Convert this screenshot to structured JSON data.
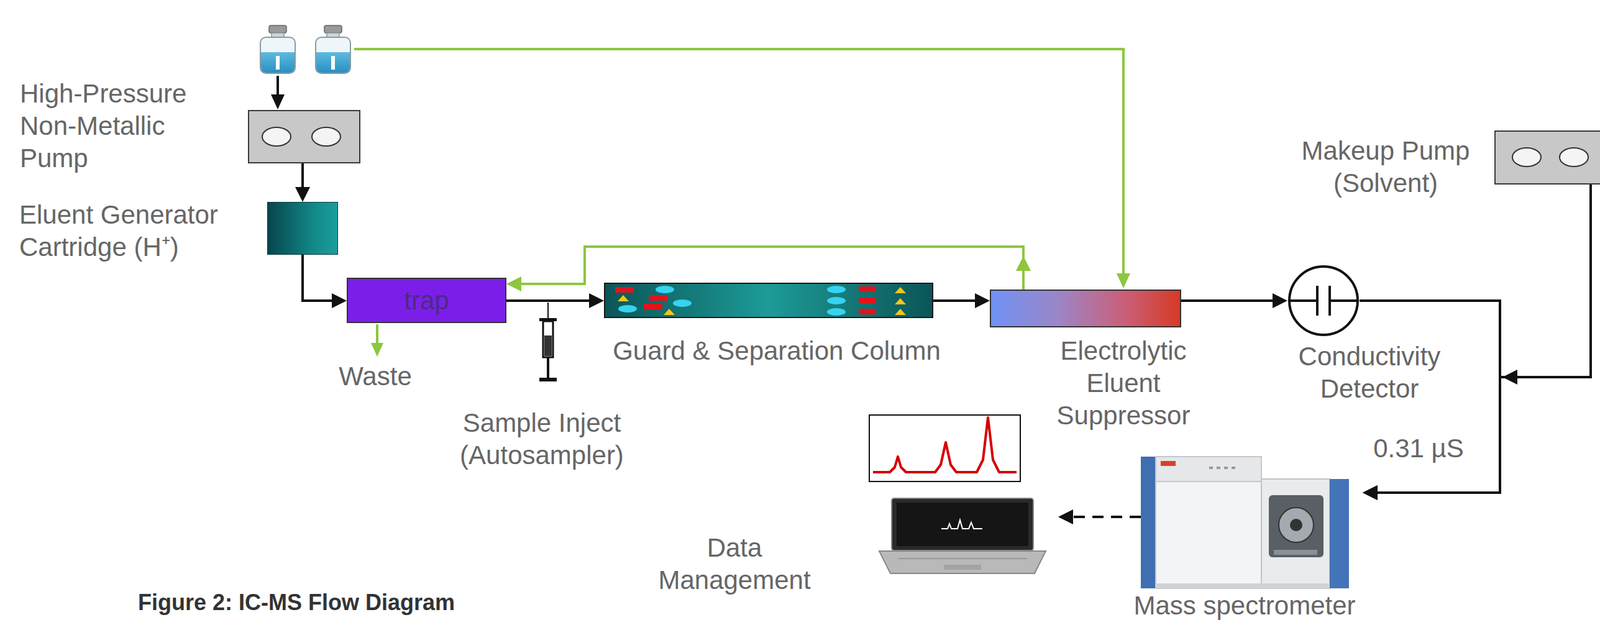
{
  "diagram": {
    "caption": "Figure 2: IC-MS Flow Diagram",
    "nodes": [
      {
        "text": [
          "High-Pressure Non-Metallic Pump"
        ]
      },
      {
        "text": [
          "Eluent Generator Cartridge (H⁺)"
        ]
      },
      {
        "text": [
          "trap"
        ]
      },
      {
        "text": [
          "Guard & Separation Column"
        ]
      },
      {
        "text": [
          "Electrolytic Eluent Suppressor"
        ]
      },
      {
        "text": [
          "Conductivity Detector"
        ]
      },
      {
        "text": [
          "Makeup Pump (Solvent)"
        ]
      },
      {
        "text": [
          "Mass spectrometer"
        ]
      },
      {
        "text": [
          "Data Management"
        ]
      }
    ],
    "edges": [
      {
        "from": 0,
        "to": 1,
        "arrow": "to"
      },
      {
        "from": 1,
        "to": 2,
        "arrow": "to"
      },
      {
        "from": 2,
        "to": 3,
        "arrow": "to"
      },
      {
        "from": 3,
        "to": 4,
        "arrow": "to"
      },
      {
        "from": 4,
        "to": 2,
        "arrow": "to"
      },
      {
        "from": 4,
        "to": 5,
        "arrow": "to"
      },
      {
        "from": 5,
        "to": 7,
        "arrow": "to"
      },
      {
        "from": 6,
        "to": 7,
        "arrow": "to"
      },
      {
        "from": 7,
        "to": 8,
        "arrow": "to"
      }
    ],
    "labels": [
      "Waste",
      "Sample Inject (Autosampler)",
      "0.31 µS"
    ]
  }
}
